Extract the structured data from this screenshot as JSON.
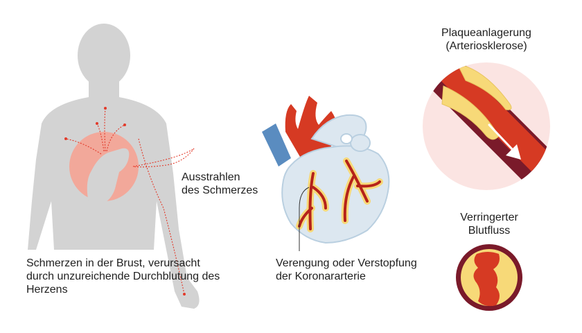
{
  "labels": {
    "radiating_pain_line1": "Ausstrahlen",
    "radiating_pain_line2": "des Schmerzes",
    "chest_pain_line1": "Schmerzen in der Brust, verursacht",
    "chest_pain_line2": "durch unzureichende Durchblutung des",
    "chest_pain_line3": "Herzens",
    "narrowing_line1": "Verengung oder Verstopfung",
    "narrowing_line2": "der Koronararterie",
    "plaque_line1": "Plaqueanlagerung",
    "plaque_line2": "(Arteriosklerose)",
    "reduced_flow_line1": "Verringerter",
    "reduced_flow_line2": "Blutfluss"
  },
  "colors": {
    "body_silhouette": "#d3d3d3",
    "chest_pain_area": "#f2a89a",
    "pain_arrows": "#e23a2a",
    "heart_body": "#dce7f0",
    "heart_outline": "#b9cfe0",
    "aorta_red": "#d63a23",
    "vein_blue": "#5a8cc0",
    "artery_red": "#b5221a",
    "plaque_yellow": "#f7d978",
    "artery_wall": "#7a1a2a",
    "plaque_circle_bg": "#fbe4e2"
  }
}
